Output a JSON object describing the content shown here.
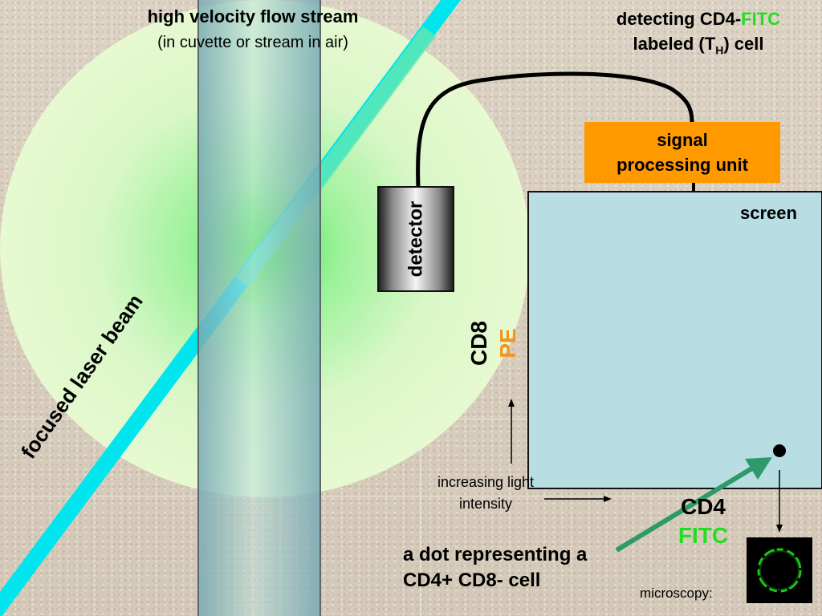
{
  "title": {
    "main": "high velocity flow stream",
    "sub": "(in cuvette or stream in air)"
  },
  "detecting": {
    "line1_prefix": "detecting CD4-",
    "line1_fitc": "FITC",
    "line2_prefix": "labeled (T",
    "line2_sub": "H",
    "line2_suffix": ") cell"
  },
  "signal_unit": {
    "line1": "signal",
    "line2": "processing unit"
  },
  "detector_label": "detector",
  "screen_label": "screen",
  "y_axis": {
    "marker": "CD8",
    "fluor": "PE"
  },
  "x_axis": {
    "marker": "CD4",
    "fluor": "FITC"
  },
  "light_intensity": {
    "line1": "increasing light",
    "line2": "intensity"
  },
  "dot_caption": {
    "line1": "a dot representing a",
    "line2": "CD4+ CD8- cell"
  },
  "microscopy_label": "microscopy:",
  "laser_label": "focused laser beam",
  "colors": {
    "fitc": "#22dd22",
    "pe": "#f7941d",
    "laser": "#00e5ee",
    "signal_unit": "#ff9900",
    "screen": "#b8dde2",
    "arrow": "#2e9a6a"
  }
}
